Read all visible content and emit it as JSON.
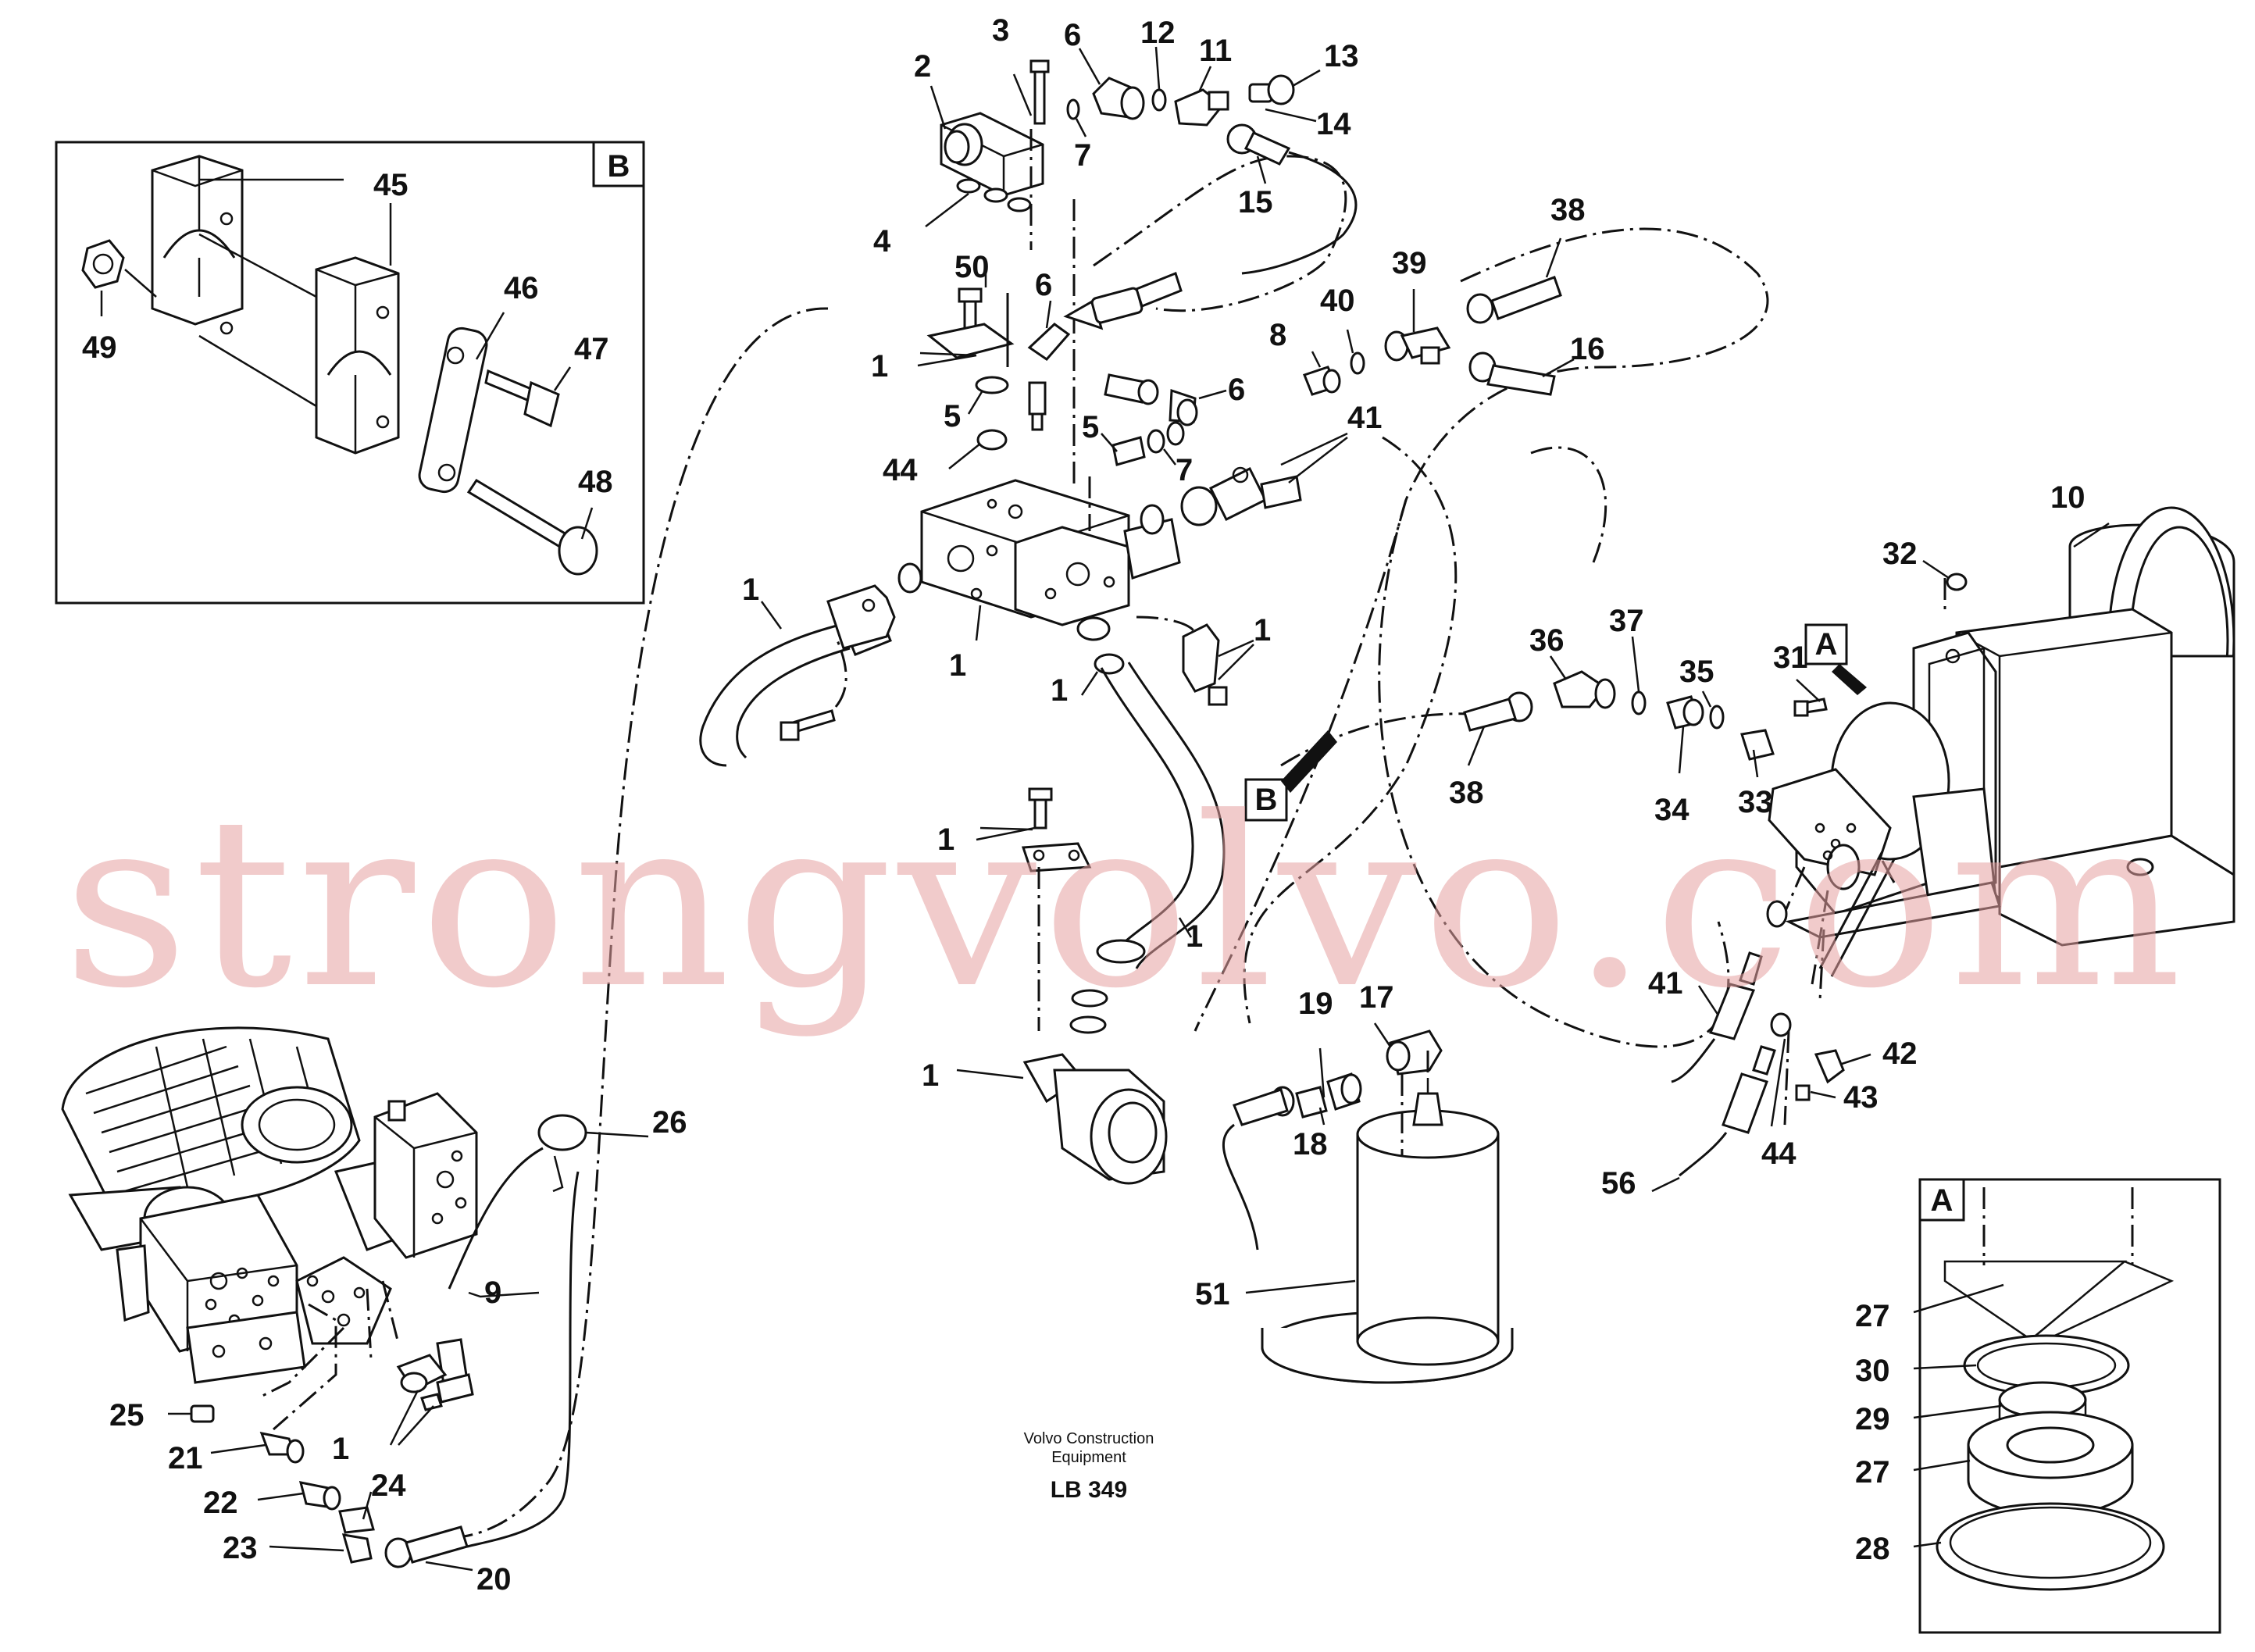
{
  "diagram": {
    "callouts": {
      "c1": "1",
      "c2": "2",
      "c3": "3",
      "c4": "4",
      "c5": "5",
      "c6": "6",
      "c7": "7",
      "c8": "8",
      "c9": "9",
      "c10": "10",
      "c11": "11",
      "c12": "12",
      "c13": "13",
      "c14": "14",
      "c15": "15",
      "c16": "16",
      "c17": "17",
      "c18": "18",
      "c19": "19",
      "c20": "20",
      "c21": "21",
      "c22": "22",
      "c23": "23",
      "c24": "24",
      "c25": "25",
      "c26": "26",
      "c27": "27",
      "c28": "28",
      "c29": "29",
      "c30": "30",
      "c31": "31",
      "c32": "32",
      "c33": "33",
      "c34": "34",
      "c35": "35",
      "c36": "36",
      "c37": "37",
      "c38": "38",
      "c39": "39",
      "c40": "40",
      "c41": "41",
      "c42": "42",
      "c43": "43",
      "c44": "44",
      "c45": "45",
      "c46": "46",
      "c47": "47",
      "c48": "48",
      "c49": "49",
      "c50": "50",
      "c51": "51",
      "c56": "56"
    },
    "detail_markers": {
      "a": "A",
      "b": "B"
    },
    "caption": {
      "line1": "Volvo Construction",
      "line2": "Equipment",
      "code": "LB 349"
    },
    "watermark": "strongvolvo.com"
  }
}
